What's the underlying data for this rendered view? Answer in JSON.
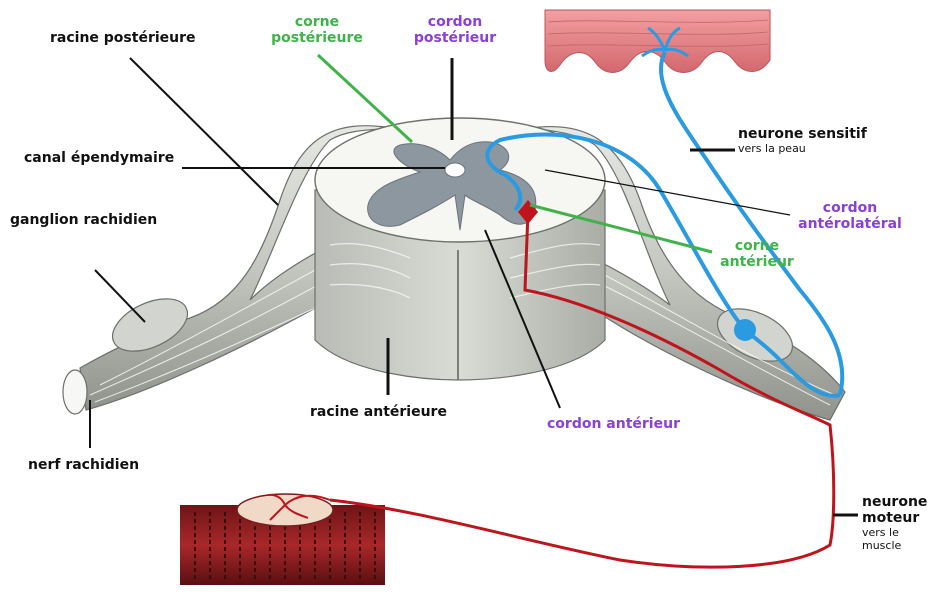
{
  "labels": {
    "racine_posterieure": "racine postérieure",
    "corne_posterieure_1": "corne",
    "corne_posterieure_2": "postérieure",
    "cordon_posterieur_1": "cordon",
    "cordon_posterieur_2": "postérieur",
    "canal_ependymaire": "canal épendymaire",
    "ganglion_rachidien": "ganglion rachidien",
    "neurone_sensitif": "neurone sensitif",
    "neurone_sensitif_sub": "vers la peau",
    "cordon_anterolateral_1": "cordon",
    "cordon_anterolateral_2": "antérolatéral",
    "corne_anterieure_1": "corne",
    "corne_anterieure_2": "antérieur",
    "racine_anterieure": "racine antérieure",
    "cordon_anterieur": "cordon antérieur",
    "nerf_rachidien": "nerf rachidien",
    "neurone_moteur_1": "neurone",
    "neurone_moteur_2": "moteur",
    "neurone_moteur_sub_1": "vers le",
    "neurone_moteur_sub_2": "muscle"
  },
  "colors": {
    "label_black": "#111111",
    "label_green": "#3fb34a",
    "label_purple": "#8a3fd6",
    "sensory_neuron": "#2a9be0",
    "motor_neuron": "#c0141c",
    "white_matter": "#f4f4f2",
    "grey_matter": "#8d979f",
    "skin": "#e8858a",
    "muscle": "#8a1e20"
  }
}
